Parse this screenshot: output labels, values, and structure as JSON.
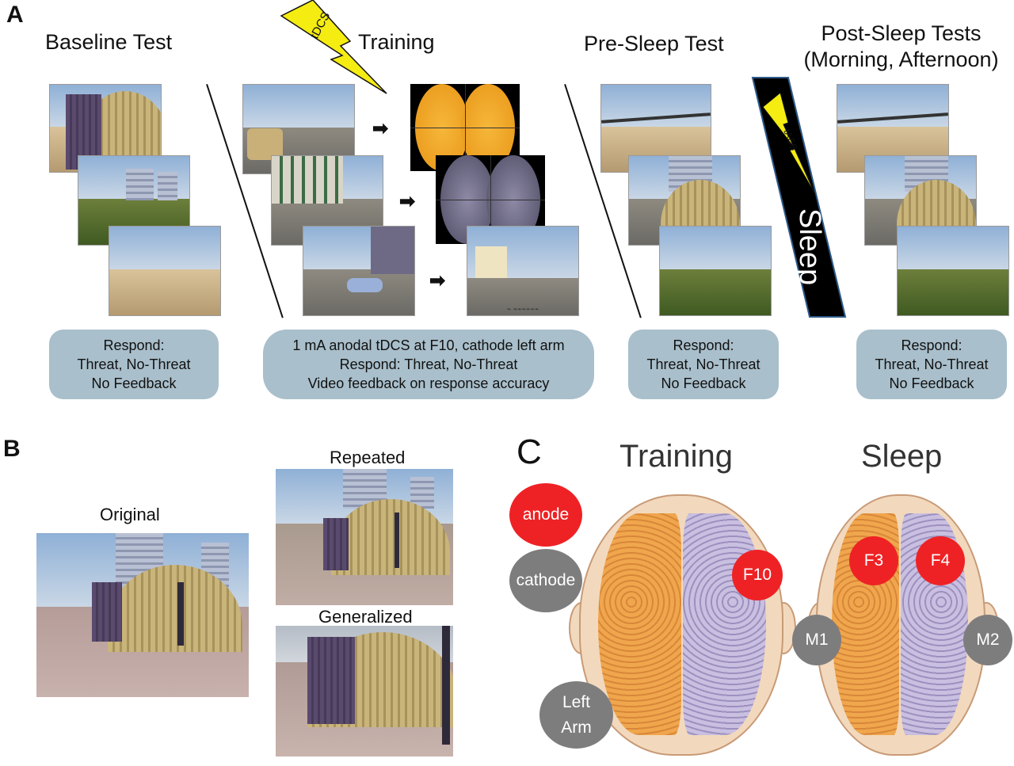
{
  "panels": {
    "a": "A",
    "b": "B",
    "c": "C"
  },
  "a": {
    "titles": {
      "baseline": "Baseline Test",
      "training": "Training",
      "presleep": "Pre-Sleep Test",
      "postsleep_line1": "Post-Sleep Tests",
      "postsleep_line2": "(Morning, Afternoon)"
    },
    "bolts": {
      "tdcs": "tDCS",
      "tacs": "tACS"
    },
    "sleep_label": "Sleep",
    "scene_caption": "⌁ ⌁⌁⌁⌁⌁⌁",
    "boxes": {
      "baseline": [
        "Respond:",
        "Threat, No-Threat",
        "No Feedback"
      ],
      "training": [
        "1 mA anodal tDCS at F10, cathode left arm",
        "Respond: Threat, No-Threat",
        "Video feedback on response accuracy"
      ],
      "presleep": [
        "Respond:",
        "Threat, No-Threat",
        "No Feedback"
      ],
      "postsleep": [
        "Respond:",
        "Threat, No-Threat",
        "No Feedback"
      ]
    }
  },
  "b": {
    "original": "Original",
    "repeated": "Repeated",
    "generalized": "Generalized"
  },
  "c": {
    "training": "Training",
    "sleep": "Sleep",
    "legend": {
      "anode": "anode",
      "cathode": "cathode"
    },
    "electrodes": {
      "f10": "F10",
      "left_arm_1": "Left",
      "left_arm_2": "Arm",
      "f3": "F3",
      "f4": "F4",
      "m1": "M1",
      "m2": "M2"
    }
  },
  "colors": {
    "anode": "#ee2225",
    "cathode": "#7d7d7d",
    "box": "#a9bfcb",
    "bolt": "#f5ec12",
    "sleep_bar": "#000000"
  }
}
